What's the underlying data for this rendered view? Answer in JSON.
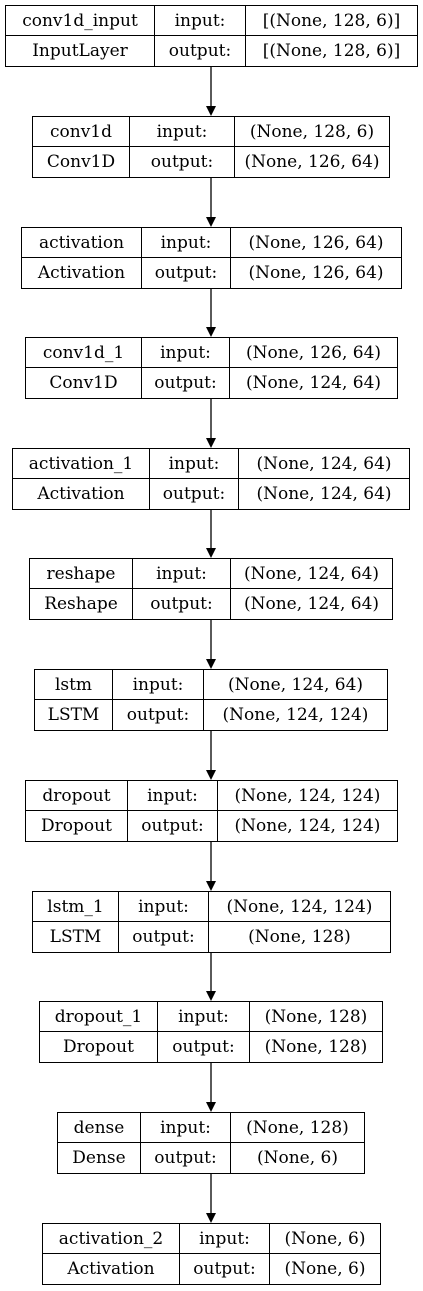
{
  "layers": [
    {
      "name": "conv1d_input",
      "type": "InputLayer",
      "input_label": "input:",
      "output_label": "output:",
      "input_shape": "[(None, 128, 6)]",
      "output_shape": "[(None, 128, 6)]"
    },
    {
      "name": "conv1d",
      "type": "Conv1D",
      "input_label": "input:",
      "output_label": "output:",
      "input_shape": "(None, 128, 6)",
      "output_shape": "(None, 126, 64)"
    },
    {
      "name": "activation",
      "type": "Activation",
      "input_label": "input:",
      "output_label": "output:",
      "input_shape": "(None, 126, 64)",
      "output_shape": "(None, 126, 64)"
    },
    {
      "name": "conv1d_1",
      "type": "Conv1D",
      "input_label": "input:",
      "output_label": "output:",
      "input_shape": "(None, 126, 64)",
      "output_shape": "(None, 124, 64)"
    },
    {
      "name": "activation_1",
      "type": "Activation",
      "input_label": "input:",
      "output_label": "output:",
      "input_shape": "(None, 124, 64)",
      "output_shape": "(None, 124, 64)"
    },
    {
      "name": "reshape",
      "type": "Reshape",
      "input_label": "input:",
      "output_label": "output:",
      "input_shape": "(None, 124, 64)",
      "output_shape": "(None, 124, 64)"
    },
    {
      "name": "lstm",
      "type": "LSTM",
      "input_label": "input:",
      "output_label": "output:",
      "input_shape": "(None, 124, 64)",
      "output_shape": "(None, 124, 124)"
    },
    {
      "name": "dropout",
      "type": "Dropout",
      "input_label": "input:",
      "output_label": "output:",
      "input_shape": "(None, 124, 124)",
      "output_shape": "(None, 124, 124)"
    },
    {
      "name": "lstm_1",
      "type": "LSTM",
      "input_label": "input:",
      "output_label": "output:",
      "input_shape": "(None, 124, 124)",
      "output_shape": "(None, 128)"
    },
    {
      "name": "dropout_1",
      "type": "Dropout",
      "input_label": "input:",
      "output_label": "output:",
      "input_shape": "(None, 128)",
      "output_shape": "(None, 128)"
    },
    {
      "name": "dense",
      "type": "Dense",
      "input_label": "input:",
      "output_label": "output:",
      "input_shape": "(None, 128)",
      "output_shape": "(None, 6)"
    },
    {
      "name": "activation_2",
      "type": "Activation",
      "input_label": "input:",
      "output_label": "output:",
      "input_shape": "(None, 6)",
      "output_shape": "(None, 6)"
    }
  ],
  "colors": {
    "stroke": "#000000",
    "background": "#ffffff"
  }
}
